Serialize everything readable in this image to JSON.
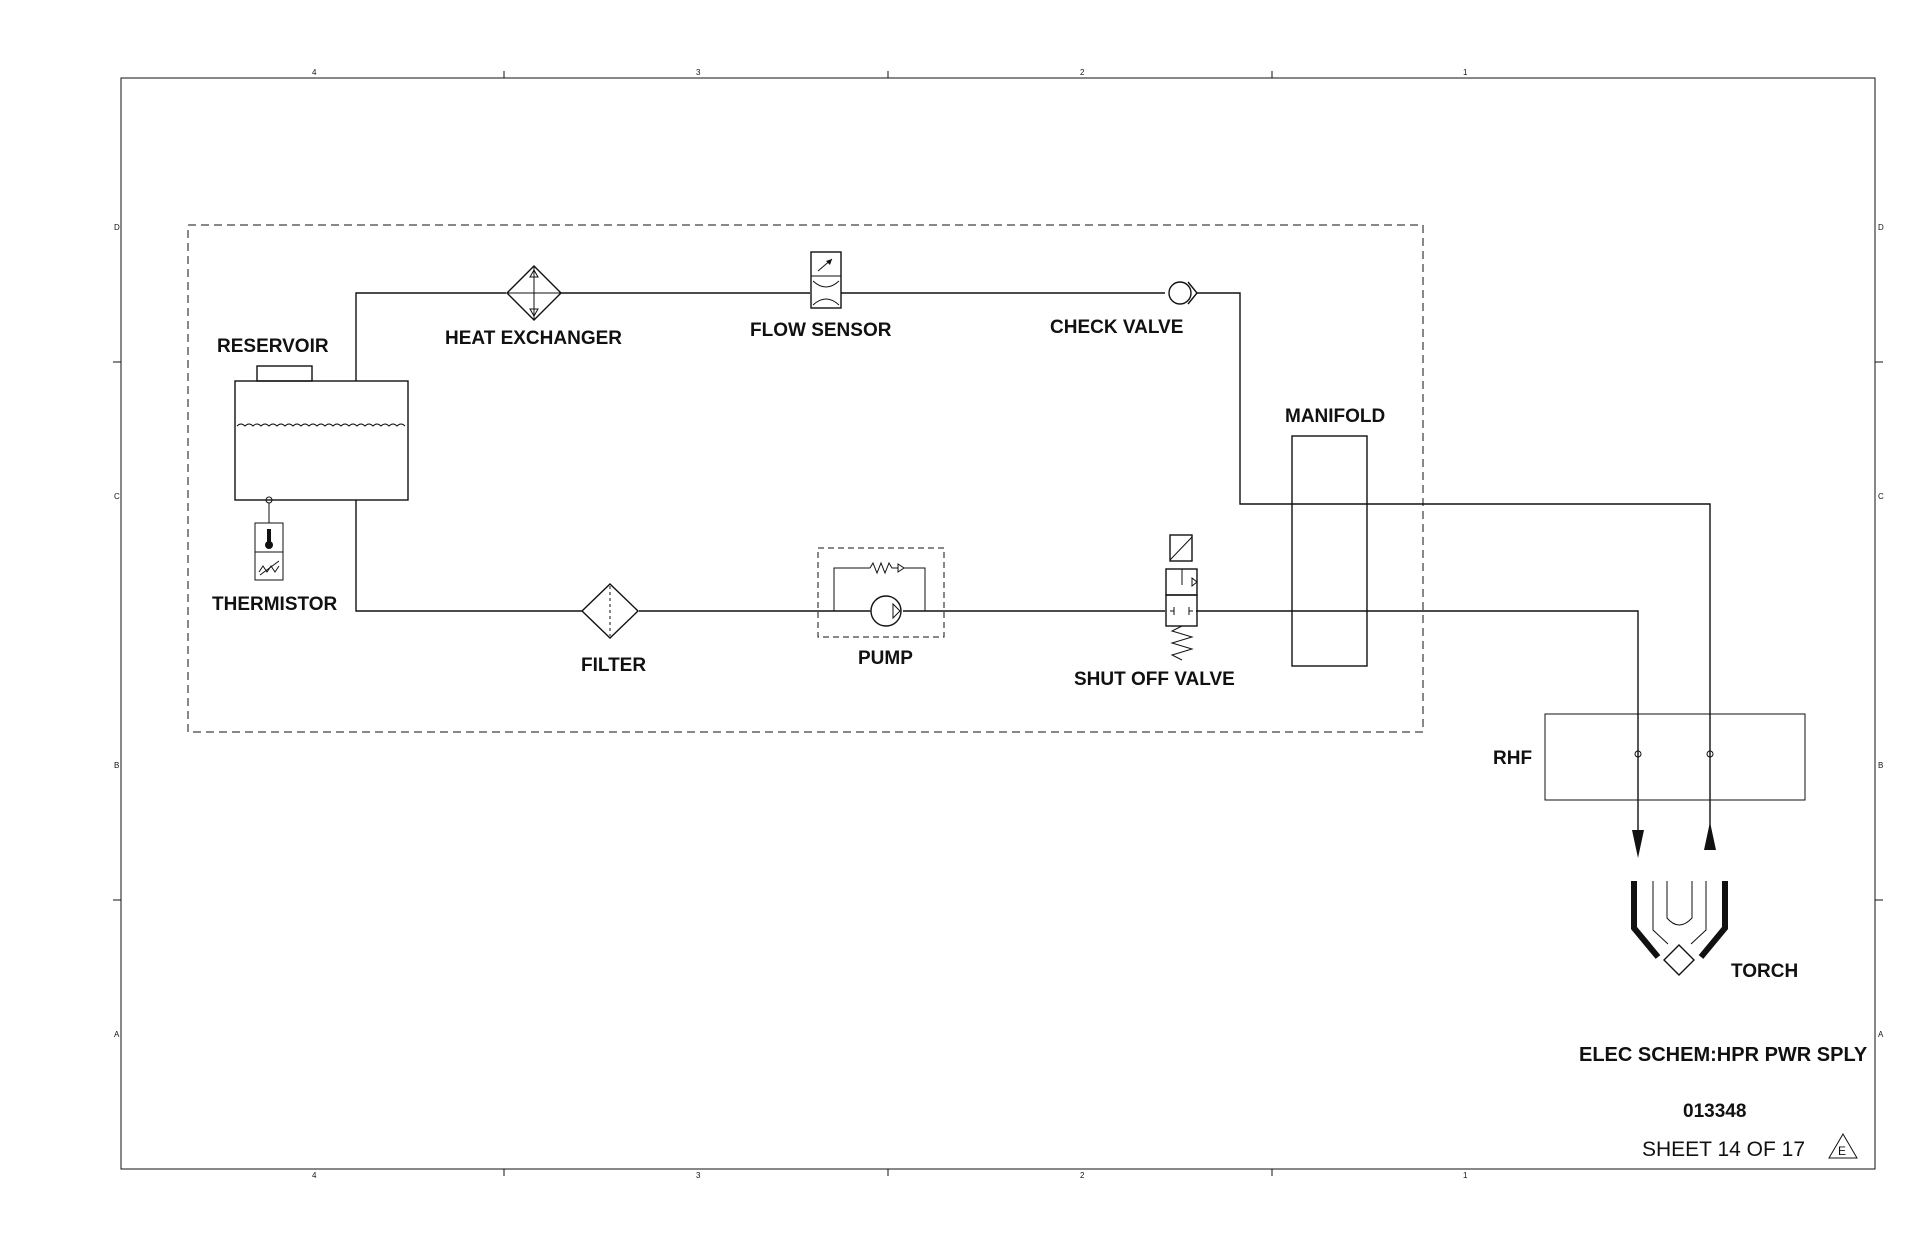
{
  "labels": {
    "reservoir": "RESERVOIR",
    "heat_exchanger": "HEAT EXCHANGER",
    "flow_sensor": "FLOW SENSOR",
    "check_valve": "CHECK VALVE",
    "manifold": "MANIFOLD",
    "thermistor": "THERMISTOR",
    "filter": "FILTER",
    "pump": "PUMP",
    "shut_off_valve": "SHUT OFF VALVE",
    "rhf": "RHF",
    "torch": "TORCH"
  },
  "title_block": {
    "title": "ELEC SCHEM:HPR PWR SPLY",
    "drawing_number": "013348",
    "sheet": "SHEET 14 OF 17",
    "revision": "E"
  },
  "zone_markers": {
    "columns": [
      "4",
      "3",
      "2",
      "1"
    ],
    "rows": [
      "D",
      "C",
      "B",
      "A"
    ]
  }
}
